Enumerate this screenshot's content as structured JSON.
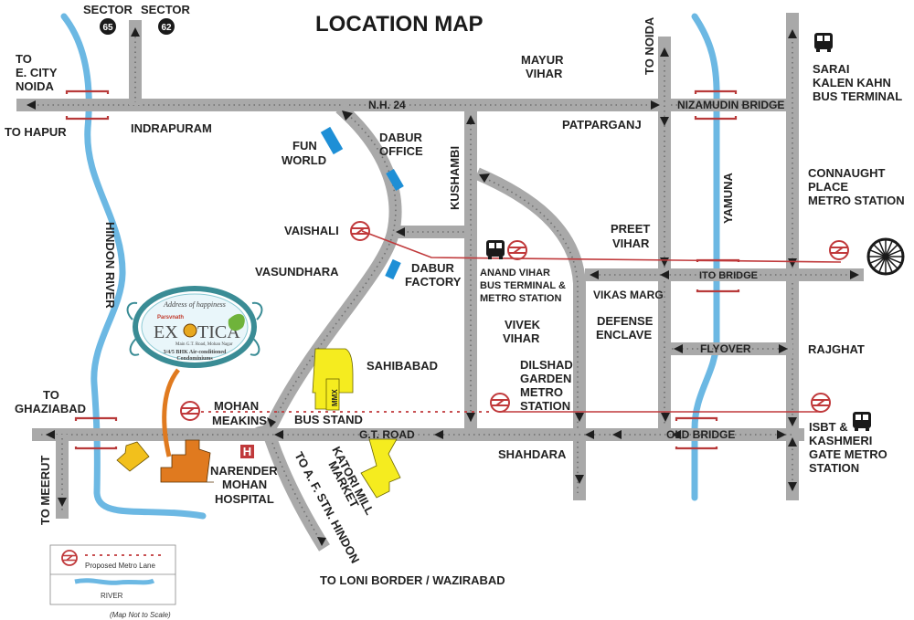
{
  "title": "LOCATION MAP",
  "colors": {
    "road": "#a9a9a9",
    "river": "#6cb8e3",
    "metro": "#c0393b",
    "landmark_blue": "#1e8fd6",
    "landmark_yellow": "#f5ec1f",
    "landmark_orange": "#e07a1f",
    "landmark_gold": "#f2c01c",
    "emblem_teal": "#3a8c95"
  },
  "sectors": [
    {
      "label": "SECTOR",
      "number": "65"
    },
    {
      "label": "SECTOR",
      "number": "62"
    }
  ],
  "roads": {
    "nh24": "N.H. 24",
    "nizamudin_bridge": "NIZAMUDIN BRIDGE",
    "ito_bridge": "ITO BRIDGE",
    "flyover": "FLYOVER",
    "gt_road": "G.T. ROAD",
    "old_bridge": "OLD BRIDGE",
    "kushambi": "KUSHAMBI",
    "vikas_marg": "VIKAS MARG"
  },
  "rivers": {
    "hindon": "HINDON RIVER",
    "yamuna": "YAMUNA"
  },
  "places": {
    "to_e_city_noida": [
      "TO",
      "E. CITY",
      "NOIDA"
    ],
    "to_hapur": "TO HAPUR",
    "indrapuram": "INDRAPURAM",
    "fun_world": [
      "FUN",
      "WORLD"
    ],
    "dabur_office": [
      "DABUR",
      "OFFICE"
    ],
    "mayur_vihar": [
      "MAYUR",
      "VIHAR"
    ],
    "to_noida": "TO NOIDA",
    "patparganj": "PATPARGANJ",
    "sarai_kale_khan": [
      "SARAI",
      "KALEN KAHN",
      "BUS TERMINAL"
    ],
    "connaught_place": [
      "CONNAUGHT",
      "PLACE",
      "METRO STATION"
    ],
    "vaishali": "VAISHALI",
    "vasundhara": "VASUNDHARA",
    "dabur_factory": [
      "DABUR",
      "FACTORY"
    ],
    "anand_vihar": [
      "ANAND VIHAR",
      "BUS TERMINAL &",
      "METRO STATION"
    ],
    "preet_vihar": [
      "PREET",
      "VIHAR"
    ],
    "vivek_vihar": [
      "VIVEK",
      "VIHAR"
    ],
    "defense_enclave": [
      "DEFENSE",
      "ENCLAVE"
    ],
    "rajghat": "RAJGHAT",
    "sahibabad": "SAHIBABAD",
    "dilshad_garden": [
      "DILSHAD",
      "GARDEN",
      "METRO",
      "STATION"
    ],
    "mmx": "MMX",
    "to_ghaziabad": [
      "TO",
      "GHAZIABAD"
    ],
    "mohan_meakins": [
      "MOHAN",
      "MEAKINS"
    ],
    "bus_stand": "BUS STAND",
    "shahdara": "SHAHDARA",
    "isbt": [
      "ISBT &",
      "KASHMERI",
      "GATE METRO",
      "STATION"
    ],
    "to_meerut": "TO MEERUT",
    "narender_mohan_hospital": [
      "NARENDER",
      "MOHAN",
      "HOSPITAL"
    ],
    "to_af_stn_hindon": "TO A. F. STN. HINDON",
    "katori_mill_market": [
      "KATORI MILL",
      "MARKET"
    ],
    "to_loni_border": "TO LONI BORDER / WAZIRABAD"
  },
  "project": {
    "tagline": "Address of happiness",
    "developer": "Parsvnath",
    "name_left": "EX",
    "name_right": "TICA",
    "address": "Main G.T. Road, Mohan Nagar",
    "description": [
      "3/4/5 BHK Air-conditioned",
      "Condominiums"
    ]
  },
  "hospital_icon": "H",
  "legend": {
    "metro_label": "Proposed Metro Lane",
    "river_label": "RIVER"
  },
  "note": "(Map Not to Scale)",
  "icons": [
    "metro-icon",
    "bus-icon",
    "hospital-icon",
    "chakra-icon",
    "sector-badge-icon"
  ]
}
